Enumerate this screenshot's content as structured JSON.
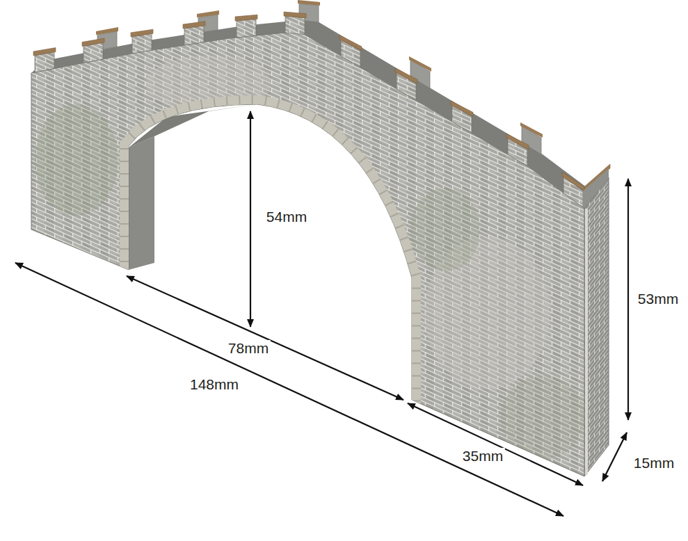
{
  "diagram": {
    "labels": [
      "54mm",
      "78mm",
      "148mm",
      "35mm",
      "53mm",
      "15mm"
    ]
  }
}
